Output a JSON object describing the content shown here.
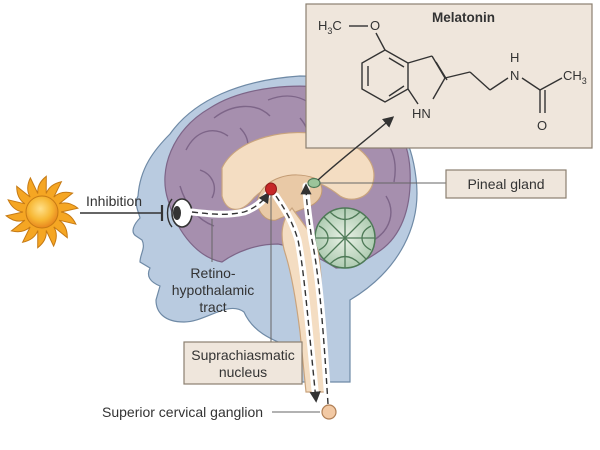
{
  "labels": {
    "inhibition": "Inhibition",
    "retino_1": "Retino-",
    "retino_2": "hypothalamic",
    "retino_3": "tract",
    "pineal_gland": "Pineal gland",
    "scn_1": "Suprachiasmatic",
    "scn_2": "nucleus",
    "scg": "Superior cervical ganglion"
  },
  "molecule": {
    "name": "Melatonin",
    "h3c_main": "H",
    "h3c_sub": "3",
    "h3c_tail": "C",
    "o_ether": "O",
    "n_amide": "N",
    "h_amide": "H",
    "o_carbonyl": "O",
    "ch3_main": "CH",
    "ch3_sub": "3",
    "hn_indole": "HN"
  },
  "colors": {
    "head": "#b9cbe0",
    "brain": "#a68fae",
    "brain_inner": "#f4ddc2",
    "cerebellum": "#8fb99d",
    "label_box": "#efe6dc",
    "label_border": "#8b7f70",
    "scn": "#c62828",
    "sun": "#f5a623",
    "ganglion": "#f2c9a4"
  }
}
